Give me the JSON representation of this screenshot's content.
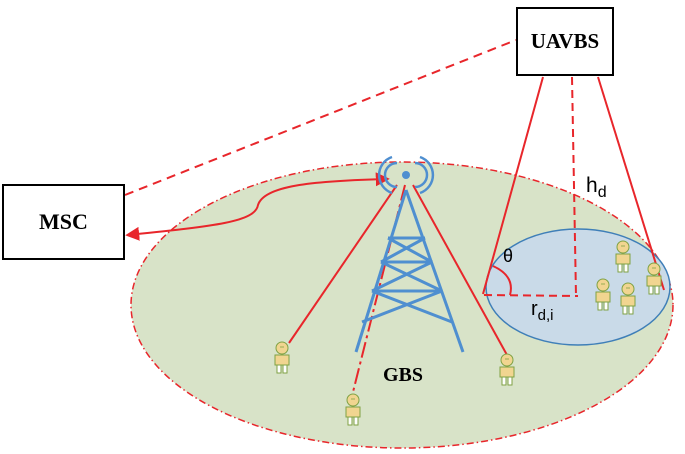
{
  "nodes": {
    "uavbs": "UAVBS",
    "msc": "MSC",
    "gbs": "GBS"
  },
  "symbols": {
    "height": "h",
    "height_sub": "d",
    "angle": "θ",
    "radius": "r",
    "radius_sub": "d,i"
  },
  "colors": {
    "link_red": "#e8262b",
    "macro_cell_fill": "#d8e3c8",
    "uav_cell_fill": "#c9dae8",
    "uav_cell_stroke": "#3f7fb8",
    "tower_blue": "#4f8fd0",
    "user_fill": "#f1d590",
    "user_stroke": "#7fa244"
  },
  "icons": {
    "tower": "cell-tower-icon",
    "user": "user-equipment-icon"
  }
}
